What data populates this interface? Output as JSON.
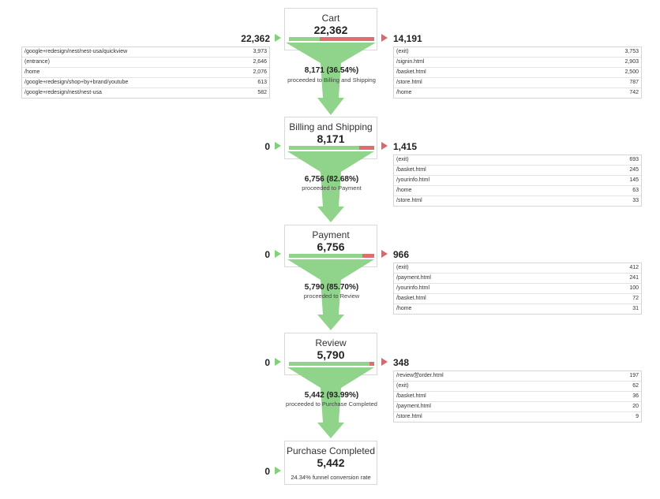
{
  "stages": [
    {
      "name": "Cart",
      "value": "22,362",
      "entrances": "22,362",
      "exits": "14,191",
      "proceed_fraction": 0.3654
    },
    {
      "name": "Billing and Shipping",
      "value": "8,171",
      "entrances": "0",
      "exits": "1,415",
      "proceed_fraction": 0.8268
    },
    {
      "name": "Payment",
      "value": "6,756",
      "entrances": "0",
      "exits": "966",
      "proceed_fraction": 0.857
    },
    {
      "name": "Review",
      "value": "5,790",
      "entrances": "0",
      "exits": "348",
      "proceed_fraction": 0.9399
    },
    {
      "name": "Purchase Completed",
      "value": "5,442",
      "entrances": "0",
      "conversion_text": "24.34% funnel conversion rate"
    }
  ],
  "flows": [
    {
      "count": "8,171 (36.54%)",
      "label": "proceeded to Billing and Shipping"
    },
    {
      "count": "6,756 (82.68%)",
      "label": "proceeded to Payment"
    },
    {
      "count": "5,790 (85.70%)",
      "label": "proceeded to Review"
    },
    {
      "count": "5,442 (93.99%)",
      "label": "proceeded to Purchase Completed"
    }
  ],
  "entrance_table": [
    {
      "page": "/google+redesign/nest/nest-usa/quickview",
      "count": "3,973"
    },
    {
      "page": "(entrance)",
      "count": "2,646"
    },
    {
      "page": "/home",
      "count": "2,076"
    },
    {
      "page": "/google+redesign/shop+by+brand/youtube",
      "count": "613"
    },
    {
      "page": "/google+redesign/nest/nest-usa",
      "count": "582"
    }
  ],
  "exit_tables": [
    [
      {
        "page": "(exit)",
        "count": "3,753"
      },
      {
        "page": "/signin.html",
        "count": "2,903"
      },
      {
        "page": "/basket.html",
        "count": "2,500"
      },
      {
        "page": "/store.html",
        "count": "787"
      },
      {
        "page": "/home",
        "count": "742"
      }
    ],
    [
      {
        "page": "(exit)",
        "count": "693"
      },
      {
        "page": "/basket.html",
        "count": "245"
      },
      {
        "page": "/yourinfo.html",
        "count": "145"
      },
      {
        "page": "/home",
        "count": "63"
      },
      {
        "page": "/store.html",
        "count": "33"
      }
    ],
    [
      {
        "page": "(exit)",
        "count": "412"
      },
      {
        "page": "/payment.html",
        "count": "241"
      },
      {
        "page": "/yourinfo.html",
        "count": "100"
      },
      {
        "page": "/basket.html",
        "count": "72"
      },
      {
        "page": "/home",
        "count": "31"
      }
    ],
    [
      {
        "page": "/review향order.html",
        "count": "197"
      },
      {
        "page": "(exit)",
        "count": "62"
      },
      {
        "page": "/basket.html",
        "count": "36"
      },
      {
        "page": "/payment.html",
        "count": "20"
      },
      {
        "page": "/store.html",
        "count": "9"
      }
    ]
  ],
  "colors": {
    "proceed": "#8fd48a",
    "exit": "#e06e6e",
    "arrow_in": "#7fd17a",
    "arrow_out": "#d9676b"
  }
}
